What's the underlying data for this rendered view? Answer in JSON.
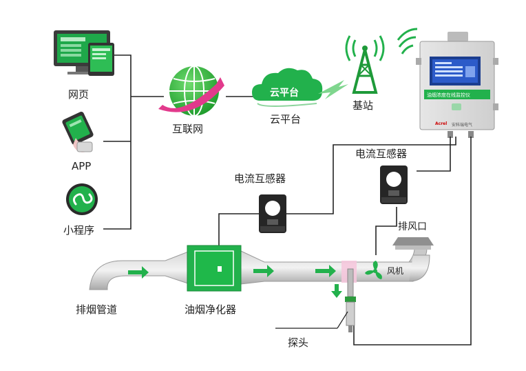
{
  "clients": {
    "web": "网页",
    "app": "APP",
    "mini": "小程序"
  },
  "network": {
    "internet": "互联网",
    "cloud_badge": "云平台",
    "cloud": "云平台",
    "base_station": "基站"
  },
  "monitor": {
    "panel_title": "油烟浓度在线监控仪",
    "brand": "Acrel",
    "brand_cn": "安科瑞电气"
  },
  "sensors": {
    "ct_right": "电流互感器",
    "ct_left": "电流互感器",
    "exhaust": "排风口",
    "fan": "风机"
  },
  "duct": {
    "pipe": "排烟管道",
    "purifier": "油烟净化器",
    "probe": "探头"
  },
  "colors": {
    "green": "#22b14c",
    "line": "#222222",
    "duct": "#b8b8b8"
  }
}
